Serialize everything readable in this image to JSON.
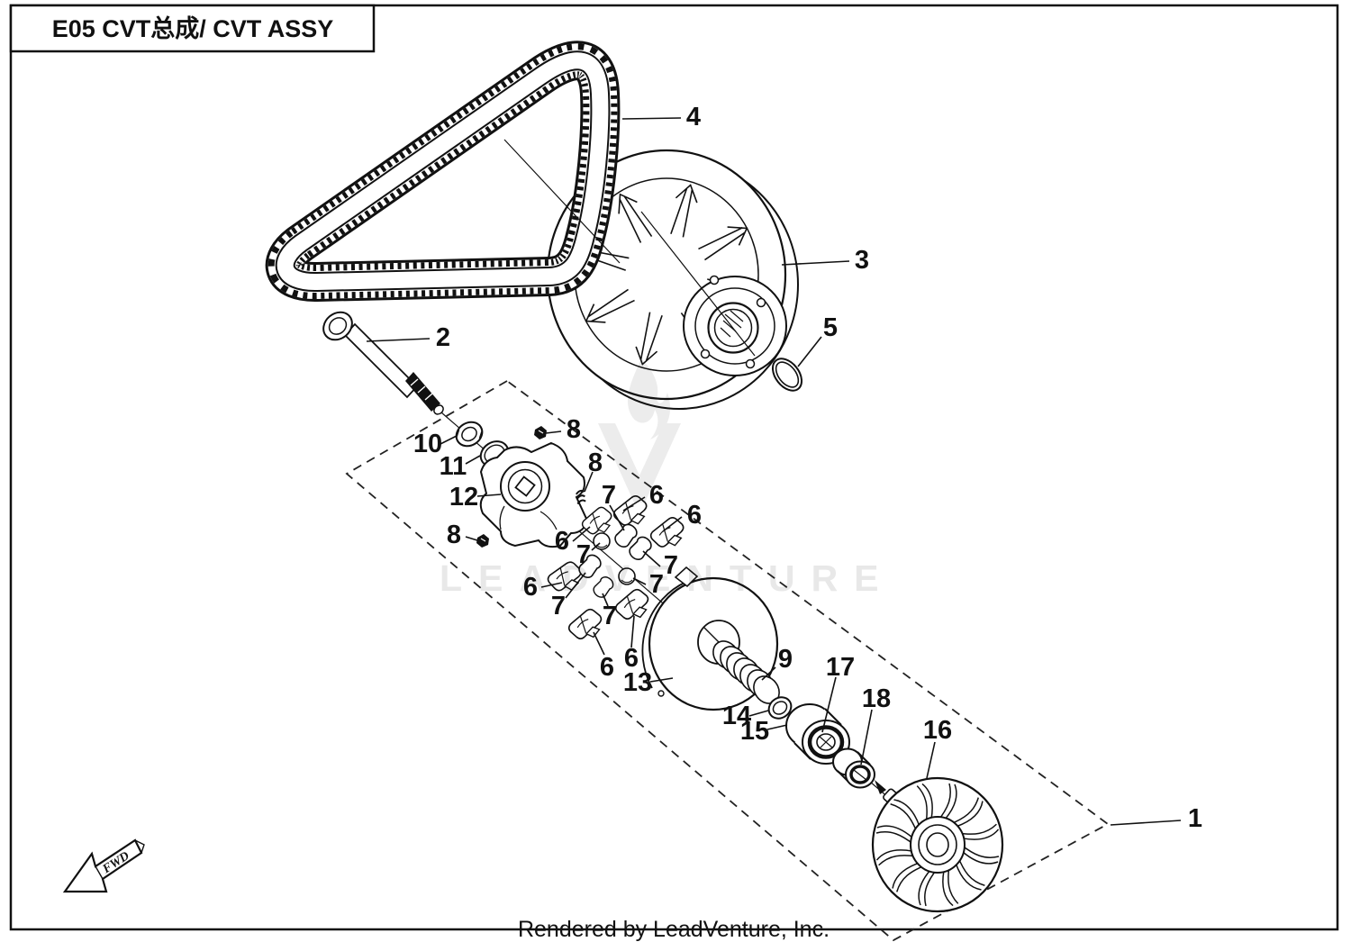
{
  "title": "E05 CVT总成/ CVT ASSY",
  "footer": "Rendered by LeadVenture, Inc.",
  "fwd_label": "FWD",
  "watermark": {
    "text": "LEADVENTURE",
    "logo": "leadventure-flame-v"
  },
  "colors": {
    "line": "#111111",
    "watermark": "#e8e8e8",
    "background": "#ffffff"
  },
  "callouts": [
    {
      "label": "1"
    },
    {
      "label": "2"
    },
    {
      "label": "3"
    },
    {
      "label": "4"
    },
    {
      "label": "5"
    },
    {
      "label": "6"
    },
    {
      "label": "6"
    },
    {
      "label": "6"
    },
    {
      "label": "6"
    },
    {
      "label": "6"
    },
    {
      "label": "6"
    },
    {
      "label": "7"
    },
    {
      "label": "7"
    },
    {
      "label": "7"
    },
    {
      "label": "7"
    },
    {
      "label": "7"
    },
    {
      "label": "7"
    },
    {
      "label": "8"
    },
    {
      "label": "8"
    },
    {
      "label": "8"
    },
    {
      "label": "9"
    },
    {
      "label": "10"
    },
    {
      "label": "11"
    },
    {
      "label": "12"
    },
    {
      "label": "13"
    },
    {
      "label": "14"
    },
    {
      "label": "15"
    },
    {
      "label": "16"
    },
    {
      "label": "17"
    },
    {
      "label": "18"
    }
  ]
}
